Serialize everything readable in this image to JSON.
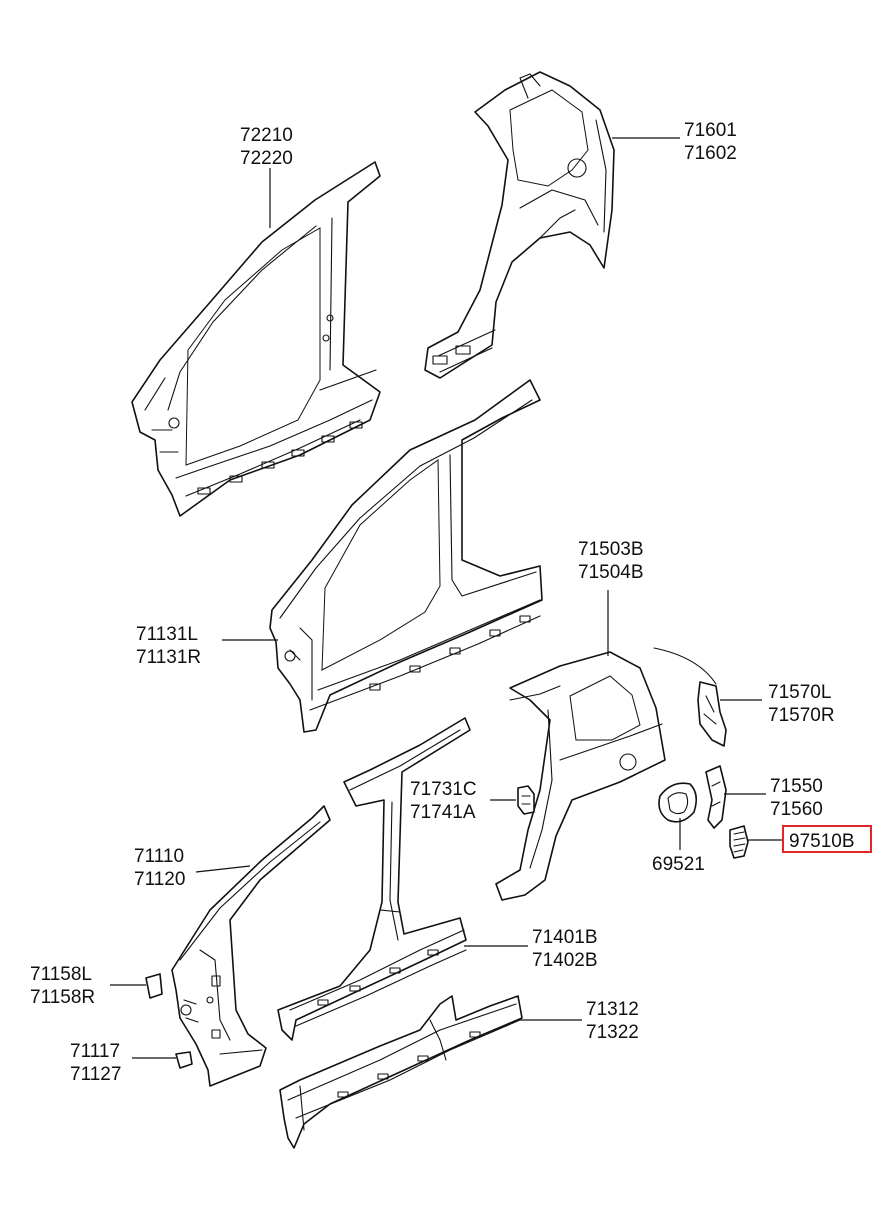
{
  "parts": [
    {
      "id": "roof_rail_inner",
      "codes": [
        "72210",
        "72220"
      ]
    },
    {
      "id": "quarter_inner",
      "codes": [
        "71601",
        "71602"
      ]
    },
    {
      "id": "side_outer_upper",
      "codes": [
        "71131L",
        "71131R"
      ]
    },
    {
      "id": "quarter_outer",
      "codes": [
        "71503B",
        "71504B"
      ]
    },
    {
      "id": "wheel_arch_ext",
      "codes": [
        "71570L",
        "71570R"
      ]
    },
    {
      "id": "filler_housing",
      "codes": [
        "71731C",
        "71741A"
      ]
    },
    {
      "id": "fuel_lid_housing",
      "codes": [
        "71550",
        "71560"
      ]
    },
    {
      "id": "fuel_door",
      "codes": [
        "69521"
      ]
    },
    {
      "id": "grille_vent",
      "codes": [
        "97510B"
      ],
      "highlighted": true
    },
    {
      "id": "front_pillar",
      "codes": [
        "71110",
        "71120"
      ]
    },
    {
      "id": "pillar_bracket",
      "codes": [
        "71158L",
        "71158R"
      ]
    },
    {
      "id": "hinge_reinf",
      "codes": [
        "71117",
        "71127"
      ]
    },
    {
      "id": "center_pillar",
      "codes": [
        "71401B",
        "71402B"
      ]
    },
    {
      "id": "sill",
      "codes": [
        "71312",
        "71322"
      ]
    }
  ],
  "colors": {
    "highlight": "#e0262b",
    "line": "#111111"
  }
}
